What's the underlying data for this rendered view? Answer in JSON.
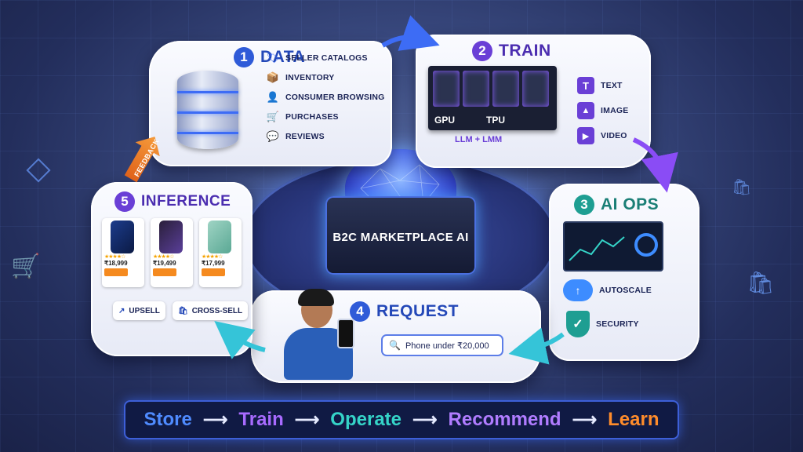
{
  "center": {
    "label": "B2C MARKETPLACE AI"
  },
  "data_card": {
    "num": "1",
    "title": "DATA",
    "items": [
      "SELLER CATALOGS",
      "INVENTORY",
      "CONSUMER BROWSING",
      "PURCHASES",
      "REVIEWS"
    ]
  },
  "train_card": {
    "num": "2",
    "title": "TRAIN",
    "gpu": "GPU",
    "tpu": "TPU",
    "model": "LLM + LMM",
    "items": [
      "TEXT",
      "IMAGE",
      "VIDEO"
    ]
  },
  "aiops_card": {
    "num": "3",
    "title": "AI OPS",
    "items": [
      "AUTOSCALE",
      "SECURITY"
    ]
  },
  "request_card": {
    "num": "4",
    "title": "REQUEST",
    "search": "Phone under ₹20,000"
  },
  "inference_card": {
    "num": "5",
    "title": "INFERENCE",
    "prices": [
      "₹18,999",
      "₹19,499",
      "₹17,999"
    ],
    "actions": [
      "UPSELL",
      "CROSS-SELL"
    ]
  },
  "feedback": "FEEDBACK",
  "flow": [
    "Store",
    "Train",
    "Operate",
    "Recommend",
    "Learn"
  ],
  "flow_arrow": "⟶",
  "colors": {
    "store": "#4f8bff",
    "train": "#a86bff",
    "operate": "#35d4c8",
    "recommend": "#b07cff",
    "learn": "#ff8c2b",
    "num1": "#2f5bd8",
    "num2": "#6a3fd6",
    "num3": "#1e9e92",
    "num4": "#2f5bd8",
    "num5": "#6a3fd6"
  }
}
